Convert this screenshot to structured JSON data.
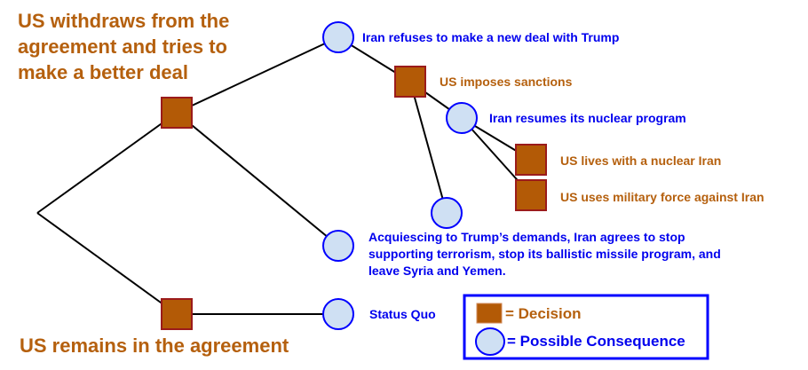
{
  "title": {
    "withdraw": [
      "US withdraws from the",
      "agreement and tries to",
      "make a better deal"
    ],
    "remain": "US remains in the agreement"
  },
  "nodes": {
    "iran_refuses": "Iran refuses to make a new deal with Trump",
    "us_sanctions": "US imposes sanctions",
    "iran_resumes": "Iran resumes its nuclear program",
    "us_lives": "US lives with a nuclear Iran",
    "us_military": "US uses military force against Iran",
    "acquiesce": [
      "Acquiescing to Trump’s demands, Iran agrees to stop",
      "supporting terrorism, stop its ballistic missile program, and",
      "leave Syria and Yemen."
    ],
    "status_quo": "Status Quo"
  },
  "legend": {
    "decision": "= Decision",
    "consequence": "= Possible Consequence"
  },
  "colors": {
    "decision_fill": "#b35a06",
    "consequence_fill": "#cfe0f3",
    "consequence_stroke": "#0000ff",
    "decision_text": "#b5600e",
    "consequence_text": "#0000ee"
  }
}
